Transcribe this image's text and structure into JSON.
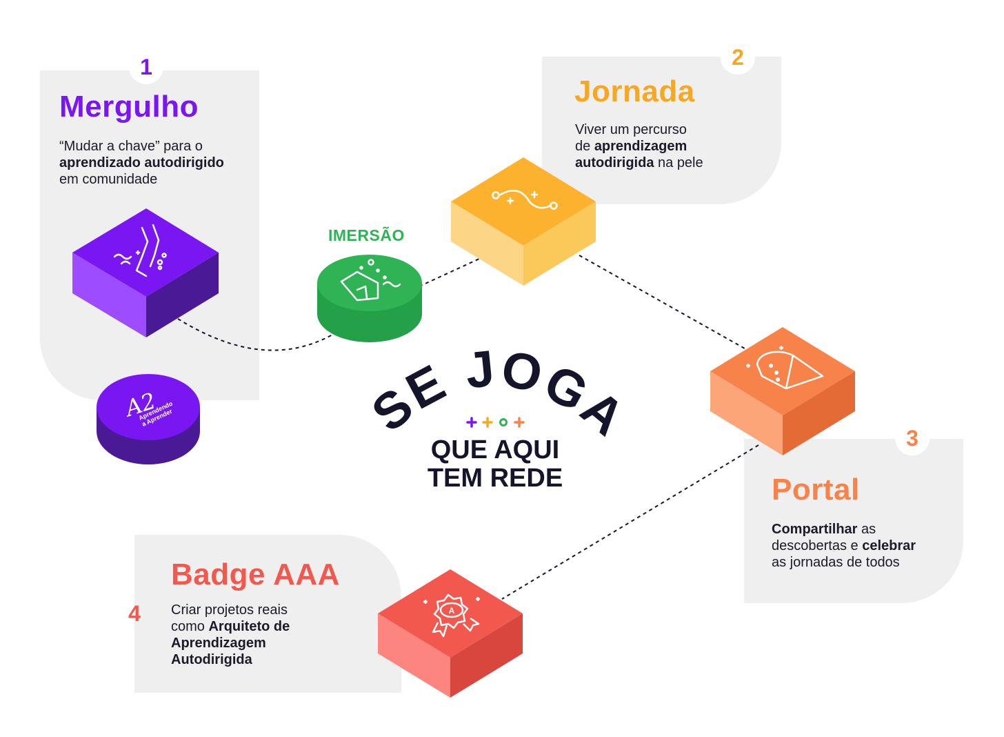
{
  "colors": {
    "purple": "#7a16f2",
    "yellow": "#f7a823",
    "green": "#2fb354",
    "orange": "#f7824a",
    "red": "#f2584d",
    "navy": "#14142b",
    "card": "#efefef"
  },
  "center": {
    "arc_title": "SE JOGA",
    "line1": "QUE AQUI",
    "line2": "TEM REDE"
  },
  "steps": [
    {
      "number": "1",
      "title": "Mergulho",
      "desc_parts": [
        "“Mudar a chave” para o",
        "aprendizado autodirigido",
        "em comunidade"
      ],
      "icon": "diver-icon"
    },
    {
      "number": "2",
      "title": "Jornada",
      "desc_parts": [
        "Viver um percurso",
        "de ",
        "aprendizagem",
        "autodirigida",
        " na pele"
      ],
      "icon": "path-icon"
    },
    {
      "number": "3",
      "title": "Portal",
      "desc_parts": [
        "Compartilhar",
        " as",
        "descobertas e ",
        "celebrar",
        "as jornadas de todos"
      ],
      "icon": "portal-icon"
    },
    {
      "number": "4",
      "title": "Badge AAA",
      "desc_parts": [
        "Criar projetos reais",
        "como ",
        "Arquiteto de",
        "Aprendizagem",
        "Autodirigida"
      ],
      "icon": "badge-ribbon-icon"
    }
  ],
  "immersion": {
    "label": "IMERSÃO",
    "icon": "tent-icon"
  },
  "logo": {
    "mark": "A2",
    "text_line1": "Aprendendo",
    "text_line2": "a Aprender"
  }
}
